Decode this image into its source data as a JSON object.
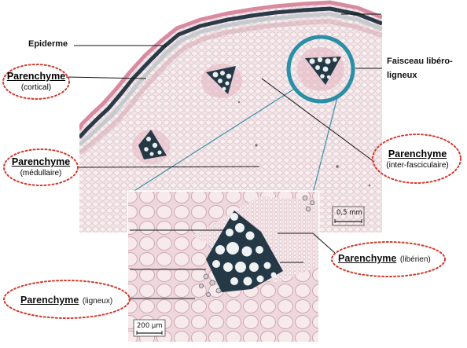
{
  "labels": {
    "epiderme": "Epiderme",
    "faisceau_line1": "Faisceau libéro-",
    "faisceau_line2": "ligneux",
    "parenchyme": "Parenchyme",
    "cortical": "(cortical)",
    "medullaire": "(médullaire)",
    "inter_fasciculaire": "(inter-fasciculaire)",
    "liberien": "(libérien)",
    "ligneux": "(ligneux)"
  },
  "scales": {
    "main": "0,5 mm",
    "inset": "200 µm"
  },
  "colors": {
    "oval_border": "#d23a2e",
    "magnifier_ring": "#2a8fa6",
    "connector_lines": "#3b8fa6",
    "tissue_pink": "#ead2d6",
    "epidermis_dark": "#2b3a48",
    "xylem_dark": "#243846",
    "cuticle_pink": "#d77e93"
  }
}
